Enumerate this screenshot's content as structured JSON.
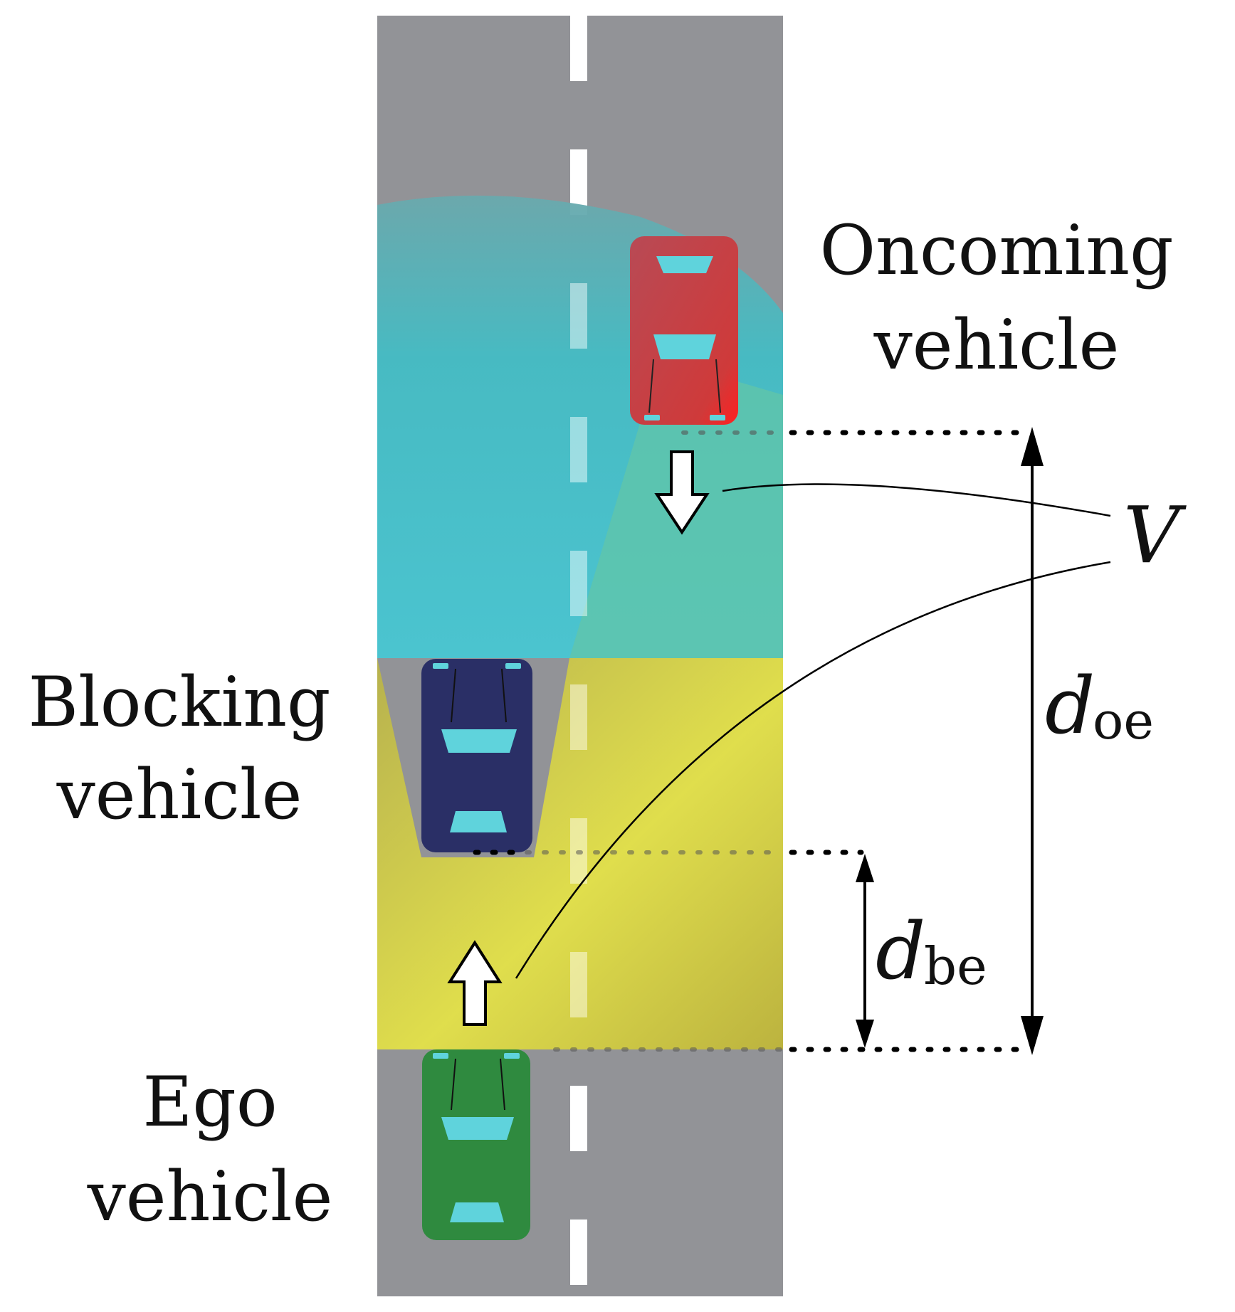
{
  "labels": {
    "oncoming_line1": "Oncoming",
    "oncoming_line2": "vehicle",
    "blocking_line1": "Blocking",
    "blocking_line2": "vehicle",
    "ego_line1": "Ego",
    "ego_line2": "vehicle",
    "velocity_symbol": "V",
    "d_oe_symbol": "d",
    "d_oe_subscript": "oe",
    "d_be_symbol": "d",
    "d_be_subscript": "be"
  },
  "colors": {
    "road": "#929397",
    "lane_marking": "#ffffff",
    "oncoming_zone": "#46c4cc",
    "blocking_zone": "#dcd84a",
    "oncoming_car": "#c0404a",
    "blocking_car": "#2a2f66",
    "ego_car": "#2f8a3f",
    "windshield": "#5fd3dc"
  },
  "icons": {
    "oncoming_vehicle": "car-top-view-icon",
    "blocking_vehicle": "car-top-view-icon",
    "ego_vehicle": "car-top-view-icon",
    "velocity_down": "hollow-arrow-down-icon",
    "velocity_up": "hollow-arrow-up-icon"
  }
}
